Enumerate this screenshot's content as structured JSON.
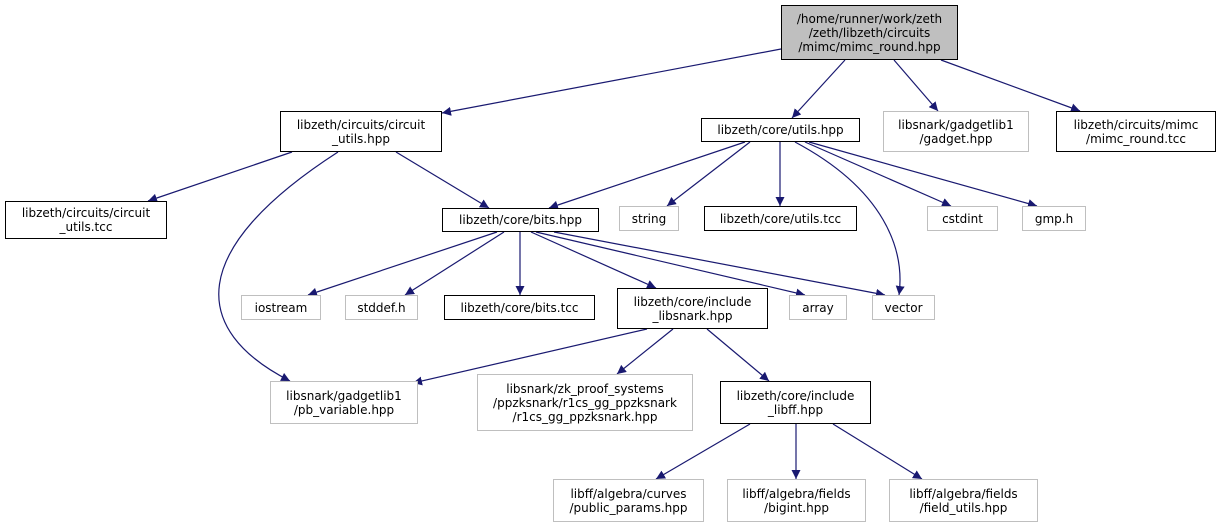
{
  "colors": {
    "edge": "#191970",
    "root_fill": "#bfbfbf",
    "local_border": "#000000",
    "external_border": "#bfbfbf",
    "text": "#000000"
  },
  "nodes": [
    {
      "id": "mimc_round_hpp",
      "kind": "root",
      "lines": [
        "/home/runner/work/zeth",
        "/zeth/libzeth/circuits",
        "/mimc/mimc_round.hpp"
      ]
    },
    {
      "id": "circuit_utils_hpp",
      "kind": "local",
      "lines": [
        "libzeth/circuits/circuit",
        "_utils.hpp"
      ]
    },
    {
      "id": "core_utils_hpp",
      "kind": "local",
      "lines": [
        "libzeth/core/utils.hpp"
      ]
    },
    {
      "id": "gadget_hpp",
      "kind": "external",
      "lines": [
        "libsnark/gadgetlib1",
        "/gadget.hpp"
      ]
    },
    {
      "id": "mimc_round_tcc",
      "kind": "local",
      "lines": [
        "libzeth/circuits/mimc",
        "/mimc_round.tcc"
      ]
    },
    {
      "id": "circuit_utils_tcc",
      "kind": "local",
      "lines": [
        "libzeth/circuits/circuit",
        "_utils.tcc"
      ]
    },
    {
      "id": "bits_hpp",
      "kind": "local",
      "lines": [
        "libzeth/core/bits.hpp"
      ]
    },
    {
      "id": "string",
      "kind": "external",
      "lines": [
        "string"
      ]
    },
    {
      "id": "core_utils_tcc",
      "kind": "local",
      "lines": [
        "libzeth/core/utils.tcc"
      ]
    },
    {
      "id": "cstdint",
      "kind": "external",
      "lines": [
        "cstdint"
      ]
    },
    {
      "id": "gmp_h",
      "kind": "external",
      "lines": [
        "gmp.h"
      ]
    },
    {
      "id": "iostream",
      "kind": "external",
      "lines": [
        "iostream"
      ]
    },
    {
      "id": "stddef_h",
      "kind": "external",
      "lines": [
        "stddef.h"
      ]
    },
    {
      "id": "bits_tcc",
      "kind": "local",
      "lines": [
        "libzeth/core/bits.tcc"
      ]
    },
    {
      "id": "include_libsnark",
      "kind": "local",
      "lines": [
        "libzeth/core/include",
        "_libsnark.hpp"
      ]
    },
    {
      "id": "array",
      "kind": "external",
      "lines": [
        "array"
      ]
    },
    {
      "id": "vector",
      "kind": "external",
      "lines": [
        "vector"
      ]
    },
    {
      "id": "pb_variable",
      "kind": "external",
      "lines": [
        "libsnark/gadgetlib1",
        "/pb_variable.hpp"
      ]
    },
    {
      "id": "r1cs_gg",
      "kind": "external",
      "lines": [
        "libsnark/zk_proof_systems",
        "/ppzksnark/r1cs_gg_ppzksnark",
        "/r1cs_gg_ppzksnark.hpp"
      ]
    },
    {
      "id": "include_libff",
      "kind": "local",
      "lines": [
        "libzeth/core/include",
        "_libff.hpp"
      ]
    },
    {
      "id": "public_params",
      "kind": "external",
      "lines": [
        "libff/algebra/curves",
        "/public_params.hpp"
      ]
    },
    {
      "id": "bigint",
      "kind": "external",
      "lines": [
        "libff/algebra/fields",
        "/bigint.hpp"
      ]
    },
    {
      "id": "field_utils",
      "kind": "external",
      "lines": [
        "libff/algebra/fields",
        "/field_utils.hpp"
      ]
    }
  ],
  "edges": [
    [
      "mimc_round_hpp",
      "circuit_utils_hpp"
    ],
    [
      "mimc_round_hpp",
      "core_utils_hpp"
    ],
    [
      "mimc_round_hpp",
      "gadget_hpp"
    ],
    [
      "mimc_round_hpp",
      "mimc_round_tcc"
    ],
    [
      "circuit_utils_hpp",
      "circuit_utils_tcc"
    ],
    [
      "circuit_utils_hpp",
      "bits_hpp"
    ],
    [
      "circuit_utils_hpp",
      "pb_variable"
    ],
    [
      "core_utils_hpp",
      "bits_hpp"
    ],
    [
      "core_utils_hpp",
      "string"
    ],
    [
      "core_utils_hpp",
      "core_utils_tcc"
    ],
    [
      "core_utils_hpp",
      "vector"
    ],
    [
      "core_utils_hpp",
      "cstdint"
    ],
    [
      "core_utils_hpp",
      "gmp_h"
    ],
    [
      "bits_hpp",
      "iostream"
    ],
    [
      "bits_hpp",
      "stddef_h"
    ],
    [
      "bits_hpp",
      "bits_tcc"
    ],
    [
      "bits_hpp",
      "include_libsnark"
    ],
    [
      "bits_hpp",
      "array"
    ],
    [
      "bits_hpp",
      "vector"
    ],
    [
      "include_libsnark",
      "pb_variable"
    ],
    [
      "include_libsnark",
      "r1cs_gg"
    ],
    [
      "include_libsnark",
      "include_libff"
    ],
    [
      "include_libff",
      "public_params"
    ],
    [
      "include_libff",
      "bigint"
    ],
    [
      "include_libff",
      "field_utils"
    ]
  ]
}
